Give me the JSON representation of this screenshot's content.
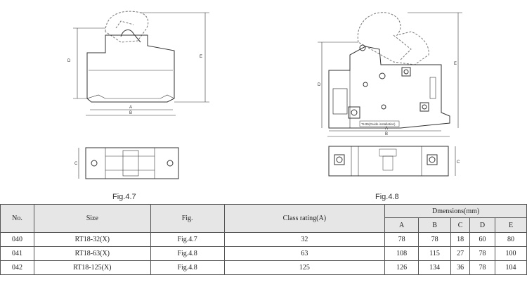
{
  "figures": {
    "fig47": {
      "caption": "Fig.4.7",
      "dim_labels": {
        "a": "A",
        "b": "B",
        "c": "C",
        "d": "D",
        "e": "E"
      }
    },
    "fig48": {
      "caption": "Fig.4.8",
      "dim_labels": {
        "a": "A",
        "b": "B",
        "c": "C",
        "d": "D",
        "e": "E"
      },
      "rail_note": "TH35(Guide installation)"
    }
  },
  "table": {
    "headers": {
      "no": "No.",
      "size": "Size",
      "fig": "Fig.",
      "class_rating": "Class rating(A)",
      "dimensions": "Dmensions(mm)"
    },
    "dim_cols": [
      "A",
      "B",
      "C",
      "D",
      "E"
    ],
    "rows": [
      {
        "no": "040",
        "size": "RT18-32(X)",
        "fig": "Fig.4.7",
        "rating": "32",
        "dims": [
          "78",
          "78",
          "18",
          "60",
          "80"
        ]
      },
      {
        "no": "041",
        "size": "RT18-63(X)",
        "fig": "Fig.4.8",
        "rating": "63",
        "dims": [
          "108",
          "115",
          "27",
          "78",
          "100"
        ]
      },
      {
        "no": "042",
        "size": "RT18-125(X)",
        "fig": "Fig.4.8",
        "rating": "125",
        "dims": [
          "126",
          "134",
          "36",
          "78",
          "104"
        ]
      }
    ]
  },
  "colors": {
    "line": "#333333",
    "header_bg": "#e6e6e6",
    "dashed": "#777777"
  }
}
